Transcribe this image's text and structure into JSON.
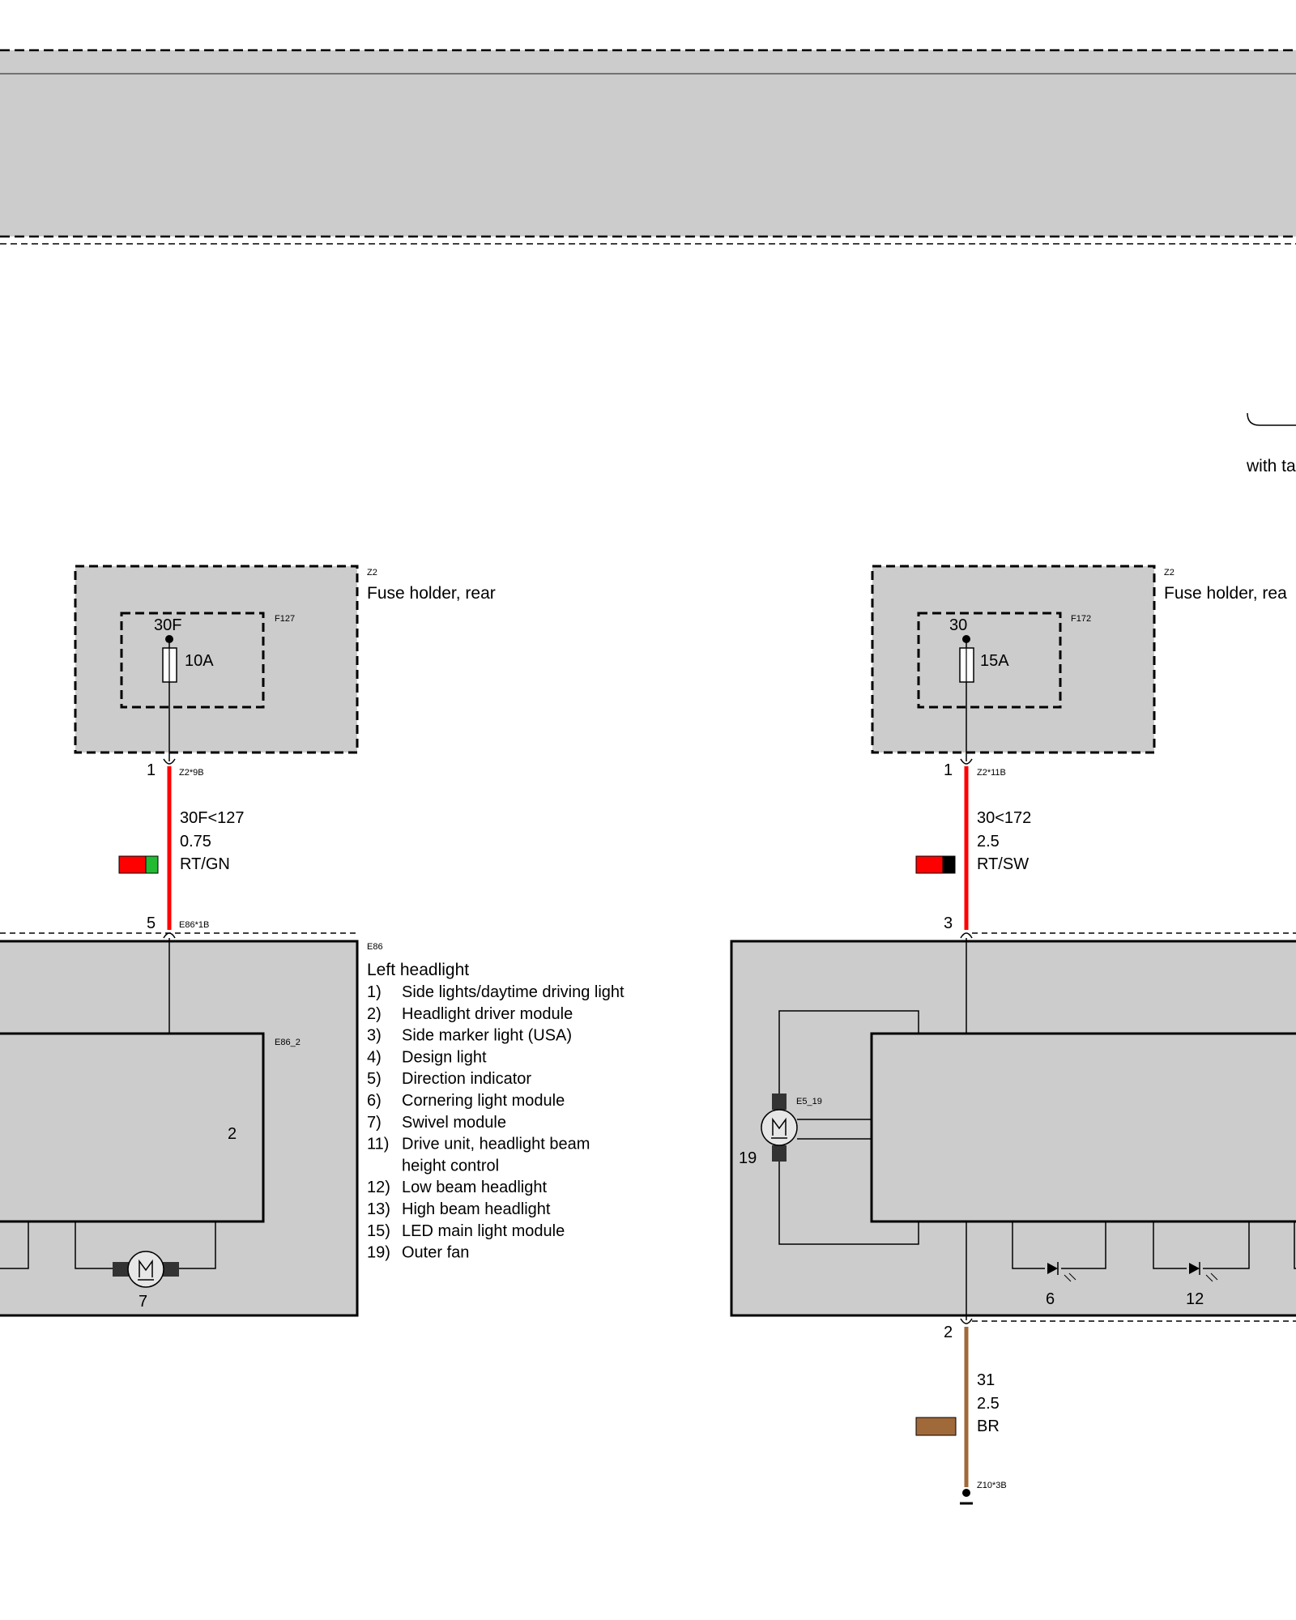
{
  "top_banner": {},
  "top_right": {
    "partial_label": "with ta"
  },
  "fuse_left": {
    "holder_code": "Z2",
    "holder_name": "Fuse holder, rear",
    "fuse_code": "F127",
    "terminal": "30F",
    "rating": "10A"
  },
  "fuse_right": {
    "holder_code": "Z2",
    "holder_name": "Fuse holder, rea",
    "fuse_code": "F172",
    "terminal": "30",
    "rating": "15A"
  },
  "wire_left": {
    "pin_top": "1",
    "connector_top": "Z2*9B",
    "signal": "30F<127",
    "size": "0.75",
    "color_code": "RT/GN",
    "color_main": "#ff0000",
    "color_stripe": "#22bb33",
    "pin_bottom": "5",
    "connector_bottom": "E86*1B"
  },
  "wire_right": {
    "pin_top": "1",
    "connector_top": "Z2*11B",
    "signal": "30<172",
    "size": "2.5",
    "color_code": "RT/SW",
    "color_main": "#ff0000",
    "color_stripe": "#000000",
    "pin_bottom": "3"
  },
  "ground_wire": {
    "pin": "2",
    "signal": "31",
    "size": "2.5",
    "color_code": "BR",
    "color": "#a0693a",
    "connector": "Z10*3B"
  },
  "headlight": {
    "code": "E86",
    "title": "Left headlight",
    "sub_module_code": "E86_2",
    "sub_module_number": "2",
    "swivel_number": "7",
    "fan_code": "E5_19",
    "fan_number": "19",
    "cornering_number": "6",
    "low_beam_number": "12",
    "legend": [
      {
        "num": "1)",
        "text": "Side lights/daytime driving light"
      },
      {
        "num": "2)",
        "text": "Headlight driver module"
      },
      {
        "num": "3)",
        "text": "Side marker light (USA)"
      },
      {
        "num": "4)",
        "text": "Design light"
      },
      {
        "num": "5)",
        "text": "Direction indicator"
      },
      {
        "num": "6)",
        "text": "Cornering light module"
      },
      {
        "num": "7)",
        "text": "Swivel module"
      },
      {
        "num": "11)",
        "text": "Drive unit, headlight beam"
      },
      {
        "num": "",
        "text": "height control"
      },
      {
        "num": "12)",
        "text": "Low beam headlight"
      },
      {
        "num": "13)",
        "text": "High beam headlight"
      },
      {
        "num": "15)",
        "text": "LED main light module"
      },
      {
        "num": "19)",
        "text": "Outer fan"
      }
    ]
  },
  "colors": {
    "component_fill": "#cccccc",
    "motor_fill": "#e6e6e6"
  }
}
